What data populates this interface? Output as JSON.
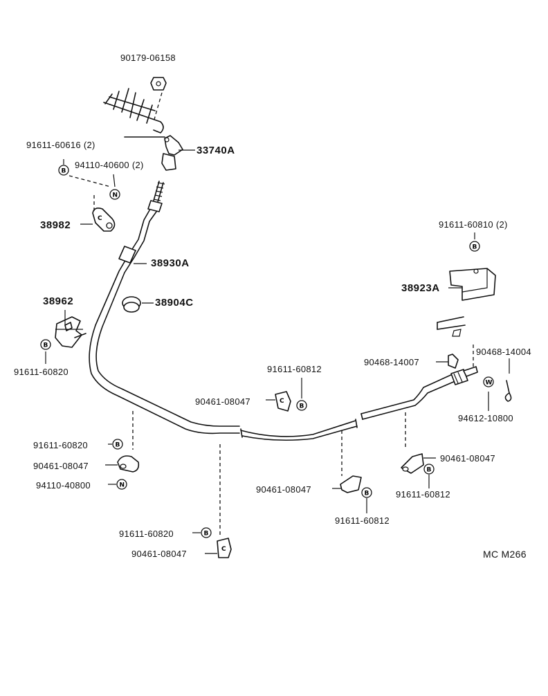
{
  "diagram_code": "MC M266",
  "symbols": {
    "bolt": "B",
    "nut": "N",
    "washer": "W",
    "clamp": "C"
  },
  "labels": {
    "p90179_06158": "90179-06158",
    "p91611_60616": "91611-60616 (2)",
    "p33740A": "33740A",
    "p94110_40600": "94110-40600 (2)",
    "p38982": "38982",
    "p38930A": "38930A",
    "p38962": "38962",
    "p38904C": "38904C",
    "p91611_60820_a": "91611-60820",
    "p91611_60810": "91611-60810 (2)",
    "p38923A": "38923A",
    "p90468_14007": "90468-14007",
    "p90468_14004": "90468-14004",
    "p91611_60812_a": "91611-60812",
    "p90461_08047_a": "90461-08047",
    "p94612_10800": "94612-10800",
    "p91611_60820_b": "91611-60820",
    "p90461_08047_b": "90461-08047",
    "p94110_40800": "94110-40800",
    "p90461_08047_c": "90461-08047",
    "p90461_08047_d": "90461-08047",
    "p91611_60812_b": "91611-60812",
    "p91611_60812_c": "91611-60812",
    "p91611_60820_c": "91611-60820",
    "p90461_08047_e": "90461-08047"
  }
}
